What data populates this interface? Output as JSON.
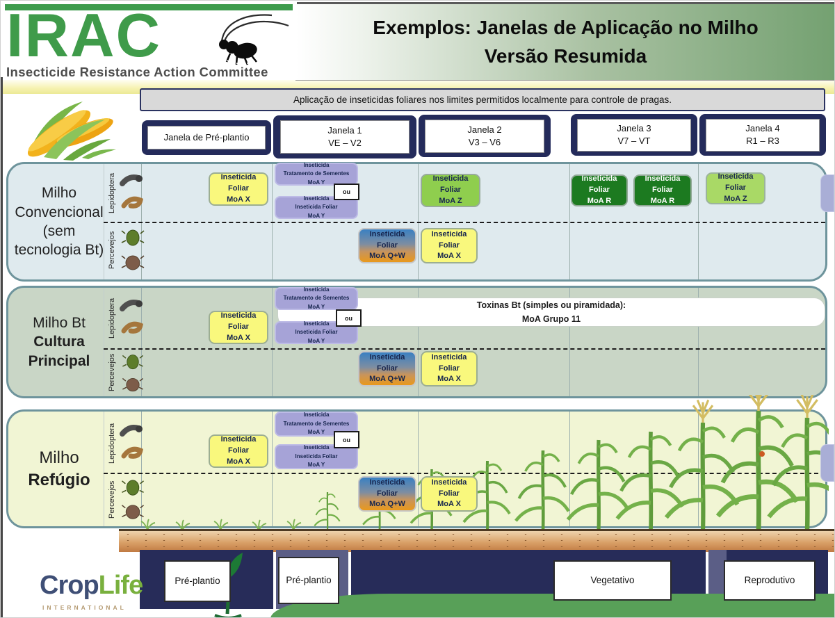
{
  "header": {
    "logo": "IRAC",
    "logo_subtitle": "Insecticide Resistance Action Committee",
    "title_line1": "Exemplos: Janelas de Aplicação no Milho",
    "title_line2": "Versão Resumida"
  },
  "banner_text": "Aplicação de inseticidas foliares nos limites permitidos localmente para controle de pragas.",
  "windows": [
    {
      "label": "Janela de Pré-plantio",
      "range": ""
    },
    {
      "label": "Janela 1",
      "range": "VE – V2"
    },
    {
      "label": "Janela 2",
      "range": "V3 – V6"
    },
    {
      "label": "Janela 3",
      "range": "V7 – VT"
    },
    {
      "label": "Janela 4",
      "range": "R1 – R3"
    }
  ],
  "sections": [
    {
      "title_regular": "Milho Convencional (sem tecnologia Bt)",
      "title_bold": "",
      "pests": [
        "Lepidoptera",
        "Percevejos"
      ]
    },
    {
      "title_regular": "Milho Bt",
      "title_bold": "Cultura Principal",
      "pests": [
        "Lepidoptera",
        "Percevejos"
      ]
    },
    {
      "title_regular": "Milho",
      "title_bold": "Refúgio",
      "pests": [
        "Lepidoptera",
        "Percevejos"
      ]
    }
  ],
  "labels": {
    "inseticida": "Inseticida",
    "foliar": "Foliar",
    "tratamento_sementes": "Tratamento de Sementes",
    "inseticida_foliar": "Inseticida Foliar",
    "moa_x": "MoA X",
    "moa_y": "MoA Y",
    "moa_z": "MoA Z",
    "moa_r": "MoA R",
    "moa_qw": "MoA Q+W",
    "ou": "ou",
    "toxinas_line1": "Toxinas Bt (simples ou piramidada):",
    "toxinas_line2": "MoA Grupo 11"
  },
  "phases": [
    "Pré-plantio",
    "Pré-plantio",
    "Vegetativo",
    "Reprodutivo"
  ],
  "footer": {
    "croplife_part1": "Crop",
    "croplife_part2": "Life",
    "croplife_sub": "INTERNATIONAL"
  },
  "colors": {
    "irac_green": "#3e9c4d",
    "navy": "#242b5b",
    "yellow_box": "#f9f87d",
    "purple_box": "#a6a3d7",
    "green_box": "#8fce4e",
    "dark_green_box": "#1c7a20",
    "light_green_box": "#a9d966",
    "qw_gradient_top": "#3a80c2",
    "qw_gradient_bottom": "#e9991c",
    "section_convencional_bg": "#dfeaee",
    "section_bt_bg": "#c9d6c6",
    "section_refugio_bg": "#f1f5d4"
  }
}
